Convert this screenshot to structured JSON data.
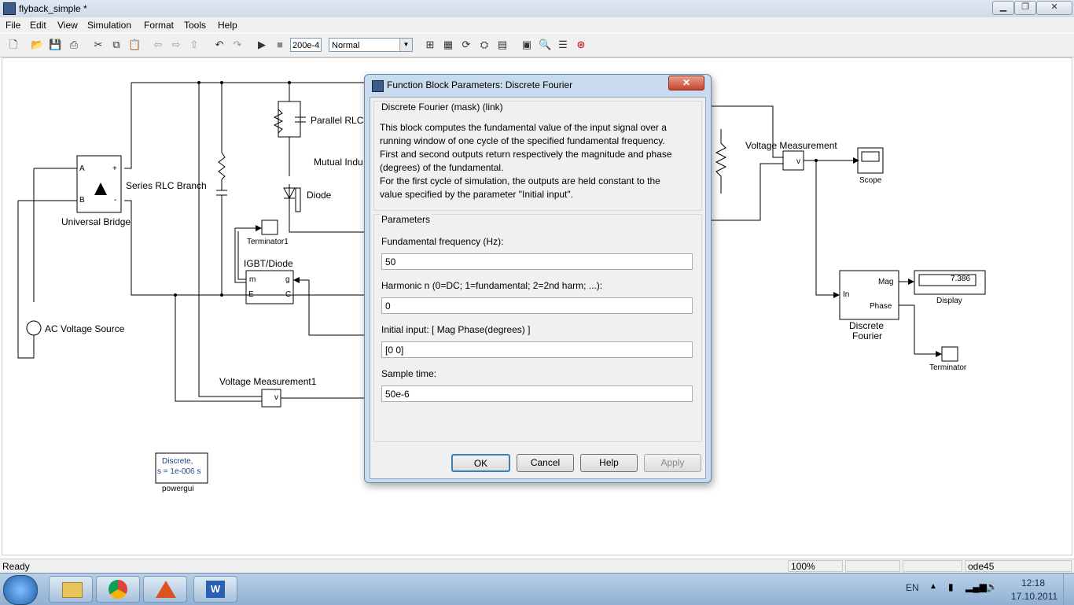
{
  "window": {
    "title": "flyback_simple *",
    "minimize": "▁",
    "maximize": "❐",
    "close": "✕"
  },
  "menu": [
    "File",
    "Edit",
    "View",
    "Simulation",
    "Format",
    "Tools",
    "Help"
  ],
  "toolbar": {
    "stop_time": "200e-4",
    "sim_mode": "Normal"
  },
  "diagram": {
    "labels": {
      "parallel_rlc": "Parallel RLC",
      "mutual_ind": "Mutual Indu",
      "diode": "Diode",
      "series_rlc": "Series RLC Branch",
      "universal_bridge": "Universal Bridge",
      "terminator1": "Terminator1",
      "igbt": "IGBT/Diode",
      "ac_source": "AC Voltage Source",
      "vm1": "Voltage Measurement1",
      "vm": "Voltage Measurement",
      "scope": "Scope",
      "display": "Display",
      "display_value": "7.386",
      "df_line1": "Discrete",
      "df_line2": "Fourier",
      "df_mag": "Mag",
      "df_phase": "Phase",
      "df_in": "In",
      "terminator": "Terminator",
      "powergui": "powergui",
      "powergui_l1": "Discrete,",
      "powergui_l2": "s = 1e-006 s",
      "port_a": "A",
      "port_b": "B",
      "port_plus": "+",
      "port_minus": "-",
      "port_m": "m",
      "port_g": "g",
      "port_e": "E",
      "port_c": "C",
      "port_v": "v"
    }
  },
  "dialog": {
    "title": "Function Block Parameters: Discrete Fourier",
    "close": "✕",
    "block_header": "Discrete Fourier (mask) (link)",
    "description": [
      "This block computes the fundamental value of the input signal over a",
      "running window of one cycle of the specified fundamental frequency.",
      "First and second outputs return respectively the magnitude and phase",
      "(degrees) of the fundamental.",
      "For the first cycle of simulation, the outputs are held constant to the",
      "value specified by the parameter \"Initial input\"."
    ],
    "params_header": "Parameters",
    "fields": [
      {
        "label": "Fundamental frequency (Hz):",
        "value": "50"
      },
      {
        "label": "Harmonic n (0=DC; 1=fundamental; 2=2nd harm;  ...):",
        "value": "0"
      },
      {
        "label": "Initial input: [ Mag  Phase(degrees) ]",
        "value": "[0 0]"
      },
      {
        "label": "Sample time:",
        "value": "50e-6"
      }
    ],
    "buttons": {
      "ok": "OK",
      "cancel": "Cancel",
      "help": "Help",
      "apply": "Apply"
    }
  },
  "status": {
    "text": "Ready",
    "zoom": "100%",
    "solver": "ode45"
  },
  "taskbar": {
    "lang": "EN",
    "time": "12:18",
    "date": "17.10.2011"
  }
}
